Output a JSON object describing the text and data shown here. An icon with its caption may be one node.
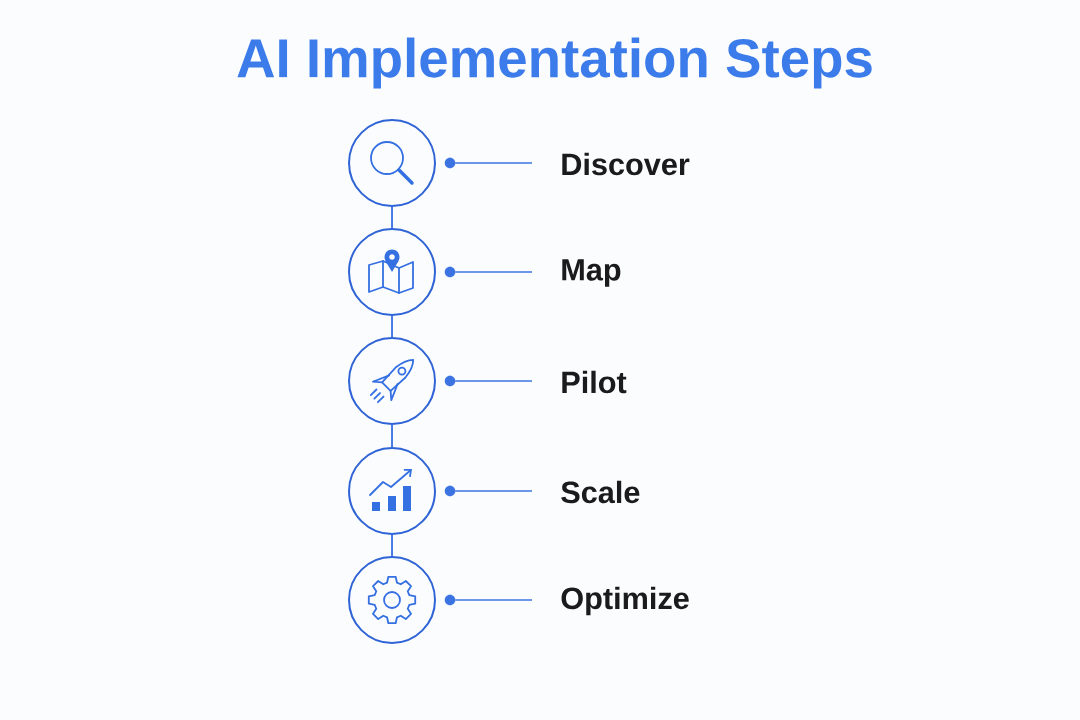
{
  "diagram": {
    "title": "AI Implementation Steps",
    "nodes": [
      {
        "text": [],
        "shape": "circle"
      },
      {
        "text": [],
        "shape": "circle"
      },
      {
        "text": [
          "Discover"
        ]
      },
      {
        "text": [],
        "shape": "circle"
      },
      {
        "text": [],
        "shape": "circle"
      },
      {
        "text": [
          "Map"
        ]
      },
      {
        "text": [],
        "shape": "circle"
      },
      {
        "text": [],
        "shape": "circle"
      },
      {
        "text": [
          "Pilot"
        ]
      },
      {
        "text": [],
        "shape": "circle"
      },
      {
        "text": [],
        "shape": "circle"
      },
      {
        "text": [
          "Scale"
        ]
      },
      {
        "text": [],
        "shape": "circle"
      },
      {
        "text": [],
        "shape": "circle"
      },
      {
        "text": [
          "Optimize"
        ]
      }
    ],
    "edges": [
      {
        "from": 2,
        "to": 1,
        "arrow": "none"
      },
      {
        "from": 0,
        "to": 3,
        "arrow": "none"
      },
      {
        "from": 5,
        "to": 4,
        "arrow": "none"
      },
      {
        "from": 3,
        "to": 6,
        "arrow": "none"
      },
      {
        "from": 8,
        "to": 7,
        "arrow": "none"
      },
      {
        "from": 6,
        "to": 9,
        "arrow": "none"
      },
      {
        "from": 11,
        "to": 10,
        "arrow": "none"
      },
      {
        "from": 9,
        "to": 12,
        "arrow": "none"
      },
      {
        "from": 14,
        "to": 13,
        "arrow": "none"
      }
    ]
  }
}
